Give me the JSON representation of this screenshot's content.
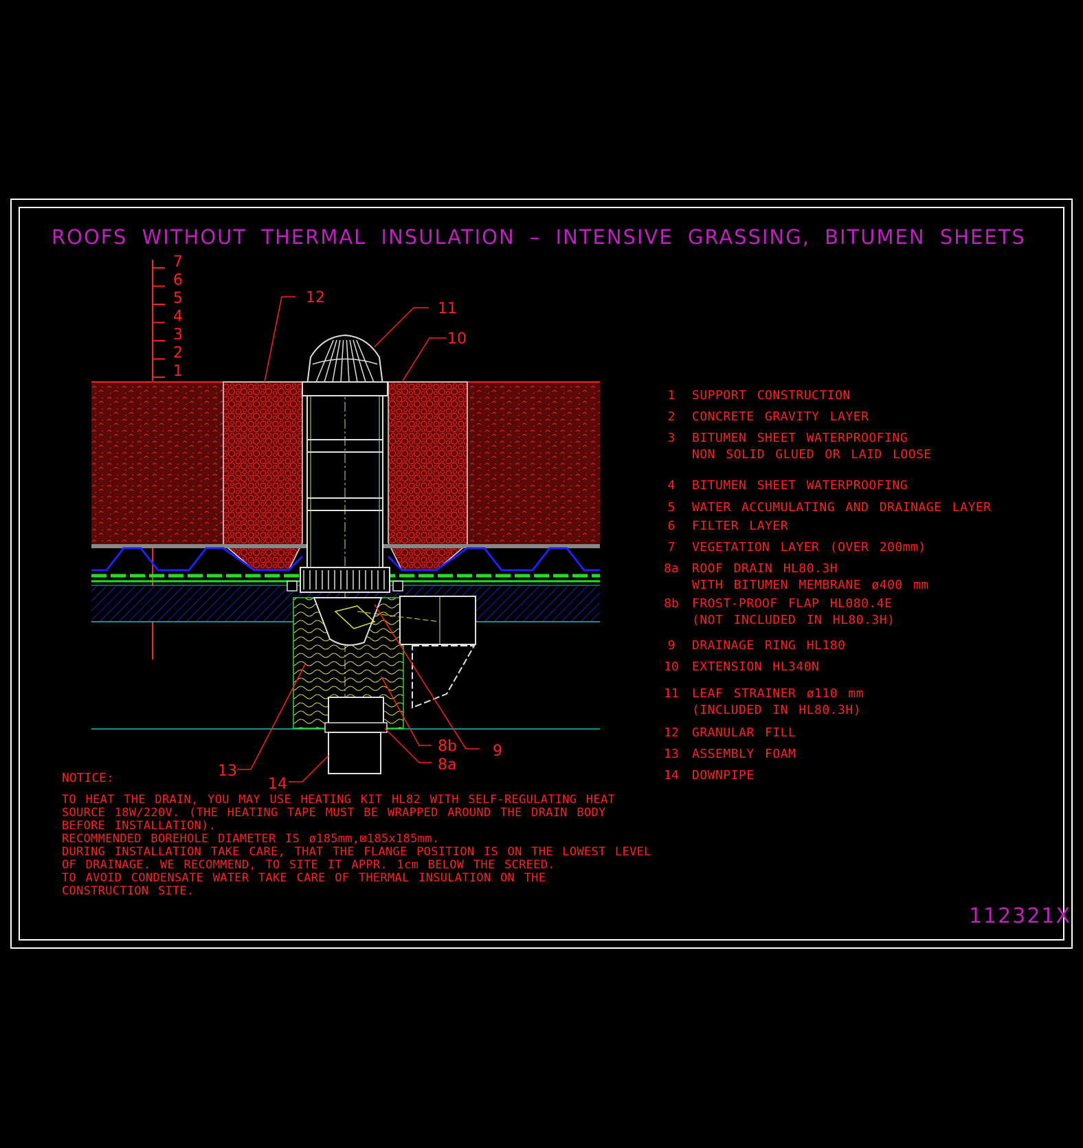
{
  "title": "ROOFS WITHOUT THERMAL INSULATION – INTENSIVE GRASSING, BITUMEN SHEETS",
  "drawing_code": "112321X",
  "layer_scale": [
    "7",
    "6",
    "5",
    "4",
    "3",
    "2",
    "1"
  ],
  "callouts": {
    "c12": "12",
    "c11": "11",
    "c10": "10",
    "c9": "9",
    "c8b": "8b",
    "c8a": "8a",
    "c13": "13",
    "c14": "14"
  },
  "legend": [
    {
      "num": "1",
      "text": "SUPPORT CONSTRUCTION",
      "text2": ""
    },
    {
      "num": "2",
      "text": "CONCRETE GRAVITY LAYER",
      "text2": ""
    },
    {
      "num": "3",
      "text": "BITUMEN SHEET WATERPROOFING",
      "text2": "NON SOLID GLUED OR LAID LOOSE"
    },
    {
      "num": "4",
      "text": "BITUMEN SHEET WATERPROOFING",
      "text2": ""
    },
    {
      "num": "5",
      "text": "WATER ACCUMULATING AND DRAINAGE LAYER",
      "text2": ""
    },
    {
      "num": "6",
      "text": "FILTER LAYER",
      "text2": ""
    },
    {
      "num": "7",
      "text": "VEGETATION LAYER (OVER 200mm)",
      "text2": ""
    },
    {
      "num": "8a",
      "text": "ROOF DRAIN HL80.3H",
      "text2": "WITH BITUMEN MEMBRANE ø400 mm"
    },
    {
      "num": "8b",
      "text": "FROST-PROOF FLAP HL080.4E",
      "text2": "(NOT INCLUDED IN HL80.3H)"
    },
    {
      "num": "9",
      "text": "DRAINAGE RING HL180",
      "text2": ""
    },
    {
      "num": "10",
      "text": "EXTENSION HL340N",
      "text2": ""
    },
    {
      "num": "11",
      "text": "LEAF STRAINER ø110 mm",
      "text2": "(INCLUDED IN HL80.3H)"
    },
    {
      "num": "12",
      "text": "GRANULAR FILL",
      "text2": ""
    },
    {
      "num": "13",
      "text": "ASSEMBLY FOAM",
      "text2": ""
    },
    {
      "num": "14",
      "text": "DOWNPIPE",
      "text2": ""
    }
  ],
  "notice": {
    "heading": "NOTICE:",
    "lines": [
      "TO HEAT THE DRAIN, YOU MAY USE HEATING KIT HL82 WITH SELF-REGULATING HEAT",
      "SOURCE 18W/220V. (THE HEATING TAPE MUST BE WRAPPED AROUND THE DRAIN BODY",
      "BEFORE INSTALLATION).",
      "RECOMMENDED BOREHOLE DIAMETER IS ø185mm,⊠185x185mm.",
      "DURING INSTALLATION TAKE CARE, THAT THE FLANGE POSITION IS ON THE LOWEST LEVEL",
      "OF DRAINAGE. WE RECOMMEND, TO SITE IT APPR. 1cm BELOW THE SCREED.",
      "TO AVOID CONDENSATE WATER TAKE CARE OF THERMAL INSULATION ON THE",
      "CONSTRUCTION SITE."
    ]
  },
  "colors": {
    "background": "#000000",
    "frame": "#ffffff",
    "title": "#c020c0",
    "text": "#ff2020",
    "soil": "#7a0a0a",
    "drainage": "#2020ff",
    "membrane": "#20e020",
    "concrete": "#2020c0",
    "insulation": "#e0e040",
    "line_cyan": "#20c0c0"
  }
}
